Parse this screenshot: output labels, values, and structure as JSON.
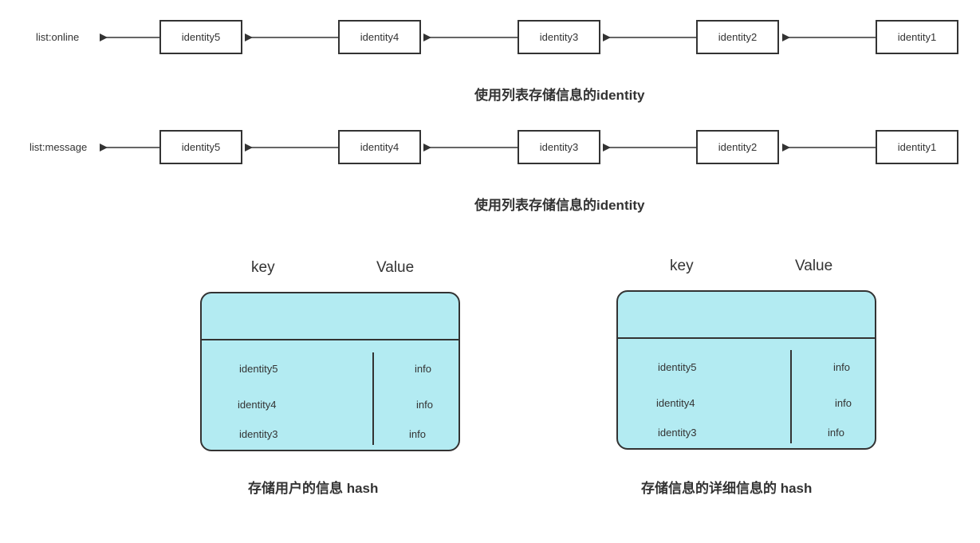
{
  "lists": [
    {
      "label": "list:online",
      "items": [
        "identity5",
        "identity4",
        "identity3",
        "identity2",
        "identity1"
      ],
      "caption": "使用列表存储信息的identity"
    },
    {
      "label": "list:message",
      "items": [
        "identity5",
        "identity4",
        "identity3",
        "identity2",
        "identity1"
      ],
      "caption": "使用列表存储信息的identity"
    }
  ],
  "hashes": [
    {
      "key_header": "key",
      "value_header": "Value",
      "rows": [
        {
          "key": "identity5",
          "value": "info"
        },
        {
          "key": "identity4",
          "value": "info"
        },
        {
          "key": "identity3",
          "value": "info"
        }
      ],
      "caption": "存储用户的信息 hash"
    },
    {
      "key_header": "key",
      "value_header": "Value",
      "rows": [
        {
          "key": "identity5",
          "value": "info"
        },
        {
          "key": "identity4",
          "value": "info"
        },
        {
          "key": "identity3",
          "value": "info"
        }
      ],
      "caption": "存储信息的详细信息的 hash"
    }
  ],
  "colors": {
    "hash_fill": "#b3ebf2",
    "stroke": "#333333"
  }
}
